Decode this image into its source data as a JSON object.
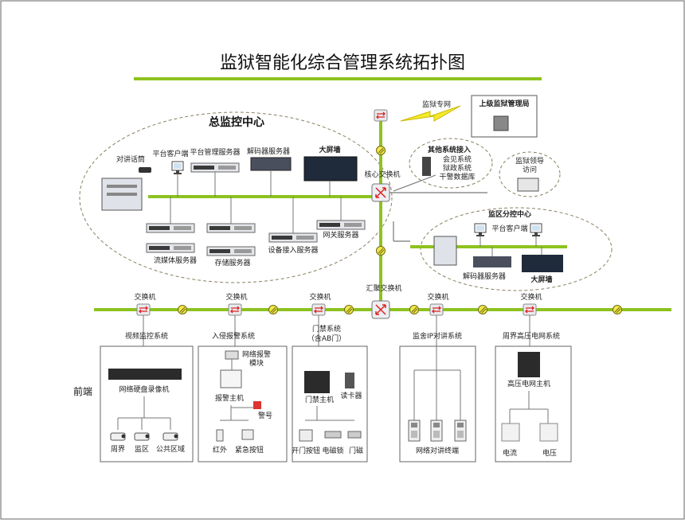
{
  "title": "监狱智能化综合管理系统拓扑图",
  "center": {
    "title": "总监控中心",
    "intercom": "对讲话筒",
    "client": "平台客户端",
    "platform_server": "平台管理服务器",
    "decoder_server": "解码器服务器",
    "video_wall": "大屏墙",
    "stream_server": "流媒体服务器",
    "storage_server": "存储服务器",
    "device_server": "设备接入服务器",
    "gateway_server": "网关服务器"
  },
  "core_switch": "核心交换机",
  "private_net": "监狱专网",
  "superior": "上级监狱管理局",
  "other": {
    "title": "其他系统接入",
    "line1": "会见系统",
    "line2": "狱政系统",
    "line3": "干警数据库"
  },
  "leader": {
    "line1": "监狱领导",
    "line2": "访问"
  },
  "branch": {
    "title": "监区分控中心",
    "client": "平台客户端",
    "decoder": "解码器服务器",
    "wall": "大屏墙"
  },
  "agg_switch": "汇聚交换机",
  "switch_label": "交换机",
  "front_label": "前端",
  "systems": {
    "video": {
      "name": "视频监控系统",
      "nvr": "网络硬盘录像机",
      "c1": "周界",
      "c2": "监区",
      "c3": "公共区域"
    },
    "alarm": {
      "name": "入侵报警系统",
      "module_line1": "网络报警",
      "module_line2": "模块",
      "host": "报警主机",
      "siren": "警号",
      "ir": "红外",
      "panic": "紧急按钮"
    },
    "access": {
      "name_line1": "门禁系统",
      "name_line2": "（含AB门）",
      "controller": "门禁主机",
      "reader": "读卡器",
      "exit_btn": "开门按钮",
      "lock": "电磁锁",
      "magnet": "门磁"
    },
    "intercom": {
      "name": "监舍IP对讲系统",
      "terminal": "网络对讲终端"
    },
    "fence": {
      "name": "周界高压电网系统",
      "host": "高压电网主机",
      "current": "电流",
      "voltage": "电压"
    }
  },
  "colors": {
    "green": "#8DC21F",
    "line": "#777777"
  }
}
